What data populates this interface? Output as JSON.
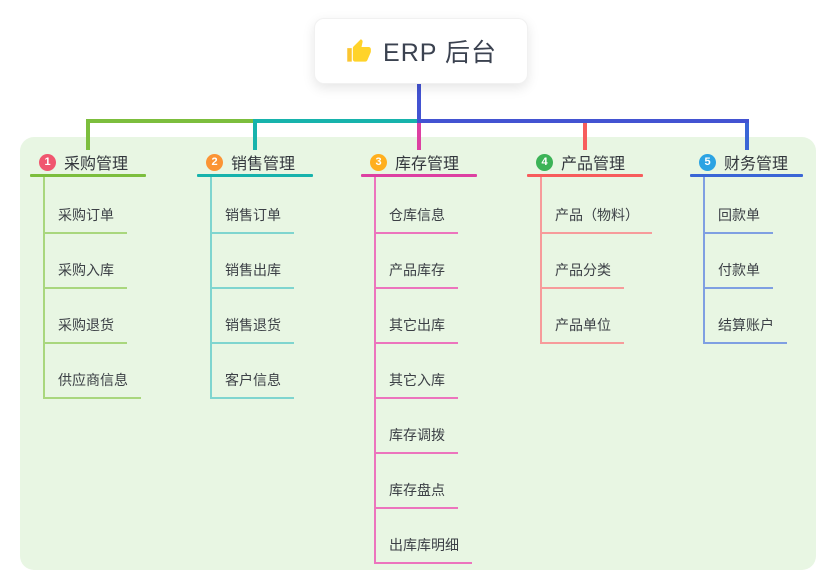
{
  "root": {
    "label": "ERP 后台",
    "icon": "thumbs-up-icon",
    "connector_color": "#4353d2"
  },
  "panel": {
    "background_color": "#e8f6e3"
  },
  "branches": [
    {
      "num": "1",
      "title": "采购管理",
      "badge_color": "#f0566f",
      "line_color": "#7cbe3d",
      "child_line_color": "#a9d77d",
      "children": [
        "采购订单",
        "采购入库",
        "采购退货",
        "供应商信息"
      ]
    },
    {
      "num": "2",
      "title": "销售管理",
      "badge_color": "#fb9435",
      "line_color": "#17b3ac",
      "child_line_color": "#7fd5cf",
      "children": [
        "销售订单",
        "销售出库",
        "销售退货",
        "客户信息"
      ]
    },
    {
      "num": "3",
      "title": "库存管理",
      "badge_color": "#ffaf1e",
      "line_color": "#dd40a2",
      "child_line_color": "#ec74bd",
      "children": [
        "仓库信息",
        "产品库存",
        "其它出库",
        "其它入库",
        "库存调拨",
        "库存盘点",
        "出库库明细"
      ]
    },
    {
      "num": "4",
      "title": "产品管理",
      "badge_color": "#3cb357",
      "line_color": "#f75c5c",
      "child_line_color": "#f79b9b",
      "children": [
        "产品（物料）",
        "产品分类",
        "产品单位"
      ]
    },
    {
      "num": "5",
      "title": "财务管理",
      "badge_color": "#2ba3e3",
      "line_color": "#3a66d6",
      "child_line_color": "#7f9fe2",
      "children": [
        "回款单",
        "付款单",
        "结算账户"
      ]
    }
  ]
}
